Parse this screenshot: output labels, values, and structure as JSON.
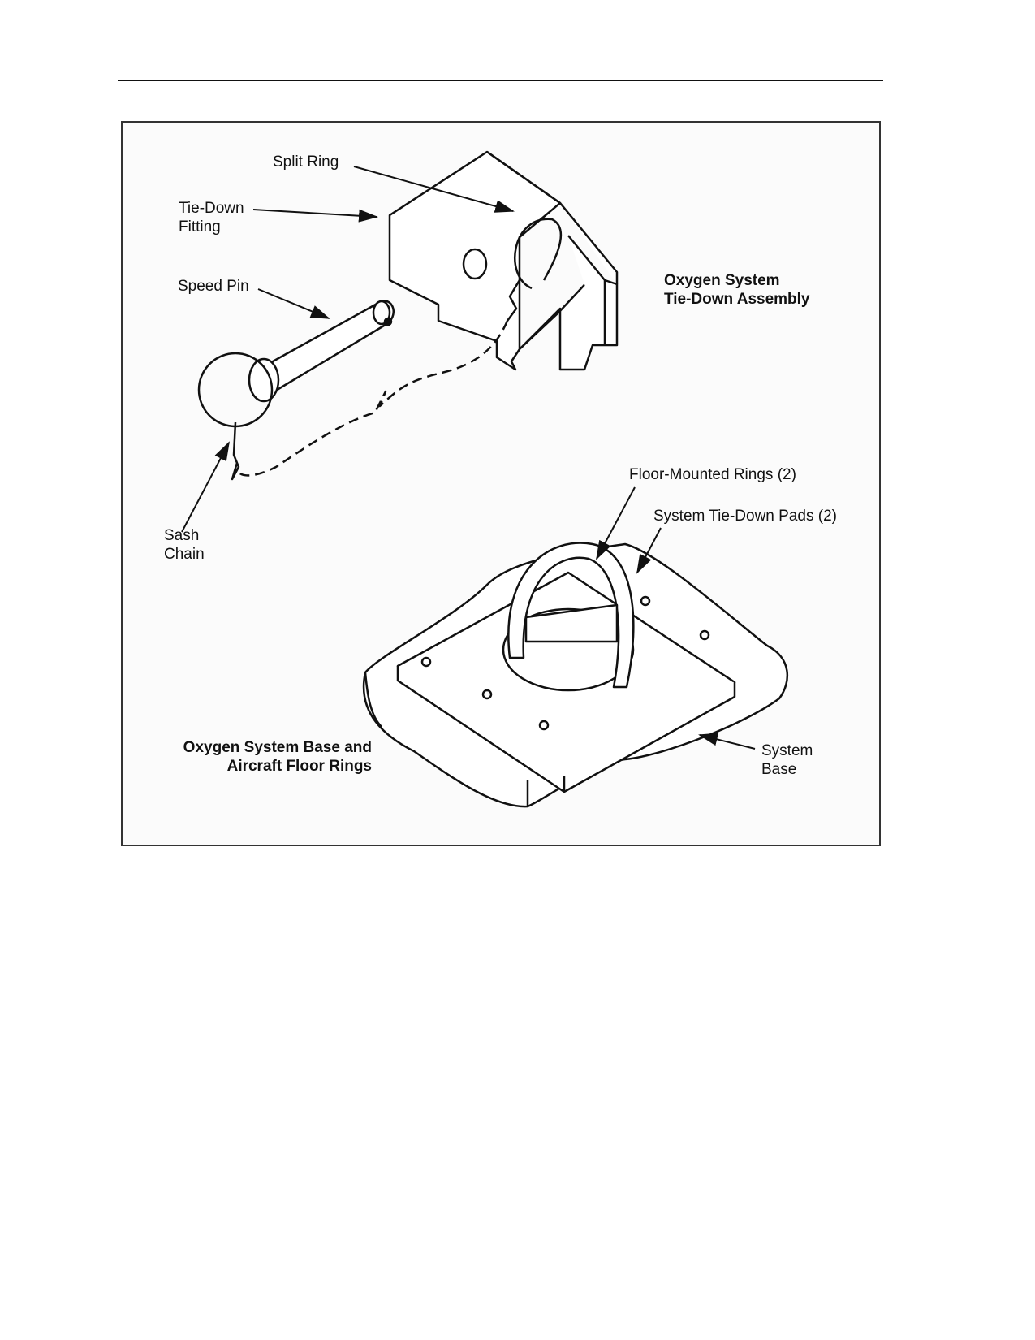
{
  "labels": {
    "split_ring": "Split Ring",
    "tie_down_fitting": [
      "Tie-Down",
      "Fitting"
    ],
    "speed_pin": "Speed Pin",
    "sash_chain": [
      "Sash",
      "Chain"
    ],
    "floor_rings": "Floor-Mounted Rings (2)",
    "pads": "System Tie-Down Pads (2)",
    "system_base": [
      "System",
      "Base"
    ]
  },
  "titles": {
    "assembly": [
      "Oxygen System",
      "Tie-Down Assembly"
    ],
    "base": [
      "Oxygen System Base and",
      "Aircraft Floor Rings"
    ]
  },
  "colors": {
    "line": "#111111",
    "frame": "#333333",
    "paper": "#ffffff"
  }
}
